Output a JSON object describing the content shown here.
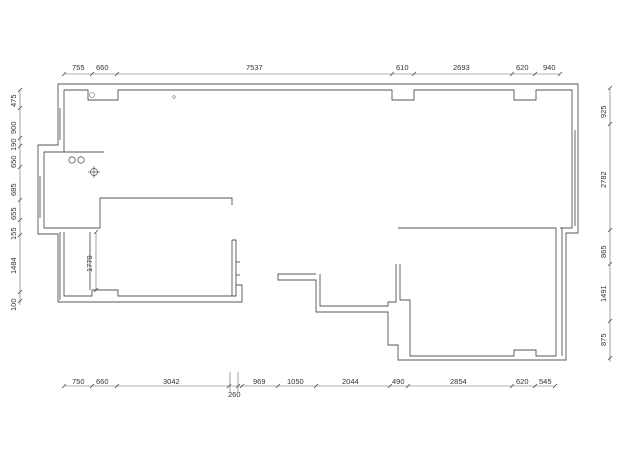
{
  "plan": {
    "top_dimensions": [
      "755",
      "660",
      "7537",
      "610",
      "2693",
      "620",
      "940"
    ],
    "bottom_dimensions": [
      "750",
      "660",
      "3042",
      "969",
      "1050",
      "2044",
      "490",
      "2854",
      "620",
      "545"
    ],
    "bottom_extra_dimension": "260",
    "left_dimensions": [
      "475",
      "900",
      "190",
      "650",
      "685",
      "655",
      "155",
      "1484",
      "100"
    ],
    "right_dimensions": [
      "925",
      "2782",
      "865",
      "1491",
      "875"
    ],
    "interior_dimension": "1779"
  }
}
